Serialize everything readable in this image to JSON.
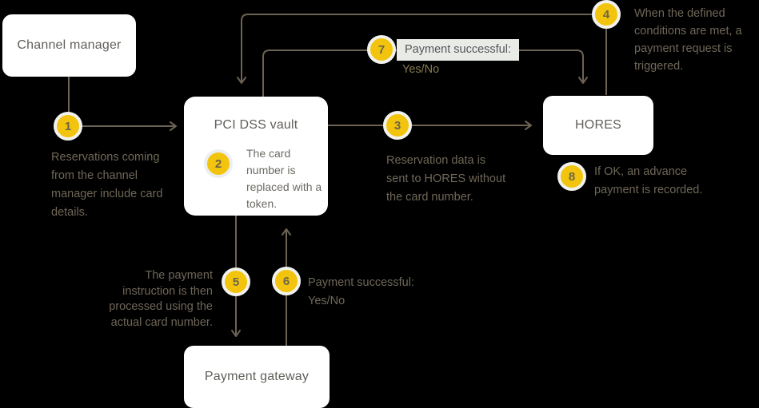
{
  "diagram": {
    "colors": {
      "background": "#000000",
      "node_background": "#FFFFFF",
      "accent_yellow": "#F2C40D",
      "connector": "#6C6354",
      "note_text": "#6F6758",
      "strip_background": "#E9EBE7"
    },
    "nodes": [
      {
        "id": "channel-manager",
        "label": "Channel manager"
      },
      {
        "id": "pci-dss-vault",
        "label": "PCI DSS vault"
      },
      {
        "id": "hores",
        "label": "HORES"
      },
      {
        "id": "payment-gateway",
        "label": "Payment gateway"
      }
    ],
    "steps": [
      {
        "n": "1",
        "text": "Reservations coming\nfrom the channel\nmanager include card\ndetails."
      },
      {
        "n": "2",
        "text": "The card\nnumber is\nreplaced with a\ntoken."
      },
      {
        "n": "3",
        "text": "Reservation data is\nsent to HORES without\nthe card number."
      },
      {
        "n": "4",
        "text": "When the defined\nconditions are met, a\npayment request is\ntriggered."
      },
      {
        "n": "5",
        "text": "The payment\ninstruction is then\nprocessed using the\nactual card number."
      },
      {
        "n": "6",
        "text": "Payment successful:\nYes/No"
      },
      {
        "n": "7",
        "label": "Payment successful:",
        "sub": "Yes/No"
      },
      {
        "n": "8",
        "text": "If OK, an advance\npayment is recorded."
      }
    ]
  }
}
